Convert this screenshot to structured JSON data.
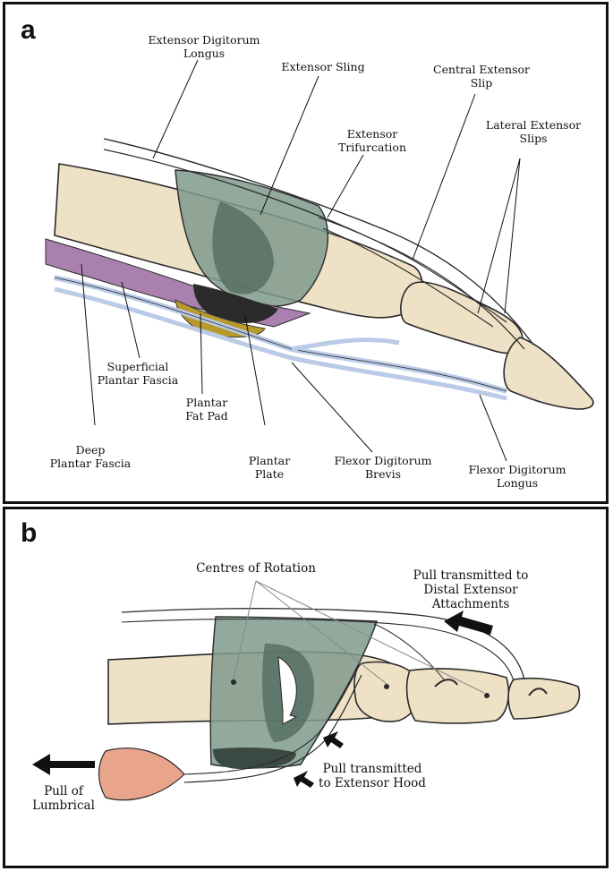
{
  "panel_a": {
    "letter": "a",
    "labels": {
      "extensor_digitorum_longus": [
        "Extensor Digitorum",
        "Longus"
      ],
      "extensor_sling": [
        "Extensor Sling"
      ],
      "central_extensor_slip": [
        "Central Extensor",
        "Slip"
      ],
      "extensor_trifurcation": [
        "Extensor",
        "Trifurcation"
      ],
      "lateral_extensor_slips": [
        "Lateral Extensor",
        "Slips"
      ],
      "superficial_plantar_fascia": [
        "Superficial",
        "Plantar Fascia"
      ],
      "plantar_fat_pad": [
        "Plantar",
        "Fat Pad"
      ],
      "deep_plantar_fascia": [
        "Deep",
        "Plantar Fascia"
      ],
      "plantar_plate": [
        "Plantar",
        "Plate"
      ],
      "flexor_digitorum_brevis": [
        "Flexor Digitorum",
        "Brevis"
      ],
      "flexor_digitorum_longus": [
        "Flexor Digitorum",
        "Longus"
      ]
    }
  },
  "panel_b": {
    "letter": "b",
    "labels": {
      "centres_of_rotation": [
        "Centres of Rotation"
      ],
      "pull_distal": [
        "Pull transmitted to",
        "Distal Extensor",
        "Attachments"
      ],
      "pull_hood": [
        "Pull transmitted",
        "to Extensor Hood"
      ],
      "pull_lumbrical": [
        "Pull of",
        "Lumbrical"
      ]
    }
  },
  "colors": {
    "bone": "#efe1c6",
    "bone_outline": "#2a2a2a",
    "hood": "#7f9a8c",
    "hood_dark": "#4f6a5d",
    "plantar_plate": "#2b2b2b",
    "fat_pad": "#b89a2a",
    "fascia_purple": "#9a6aa0",
    "flexor_blue": "#b9cbe6",
    "lumbrical": "#e8a58c"
  }
}
